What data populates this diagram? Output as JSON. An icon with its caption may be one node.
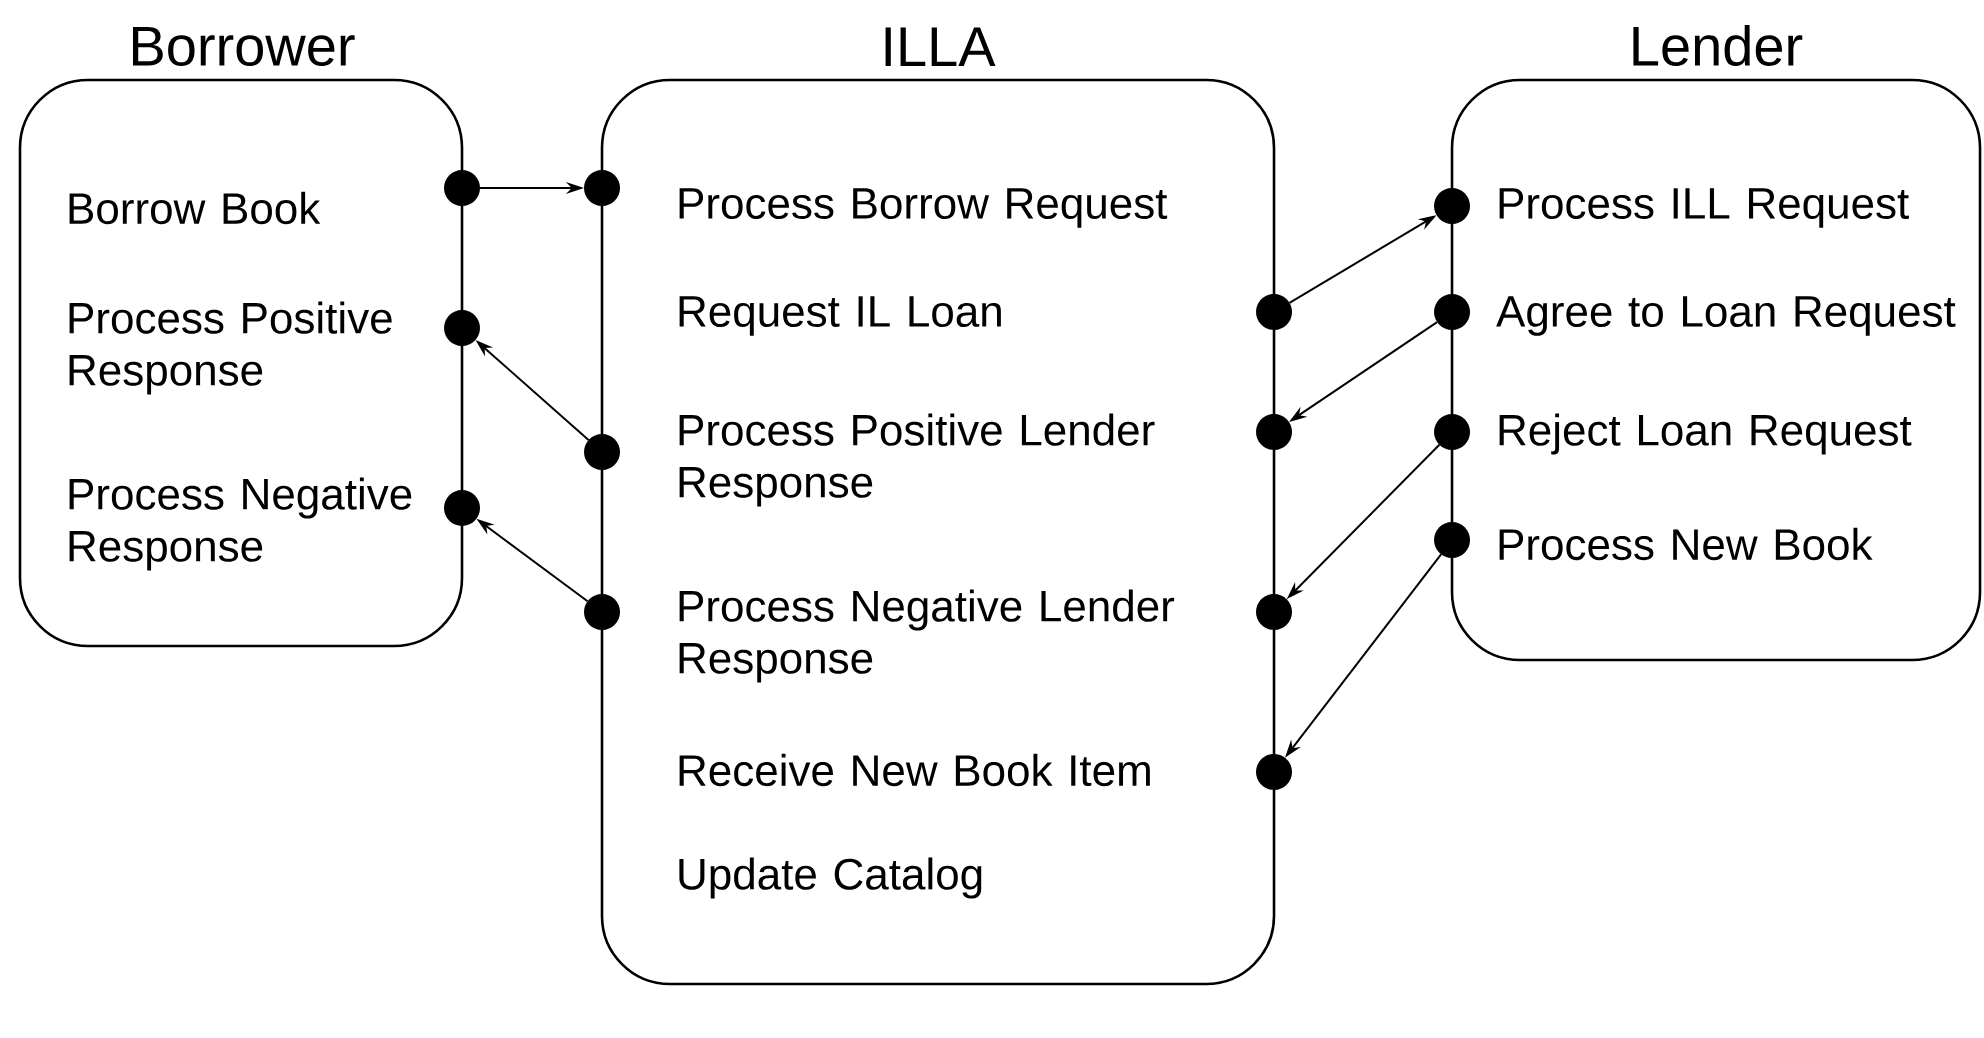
{
  "diagram": {
    "nodes": [
      {
        "text": [
          "Borrower",
          "Borrow Book",
          "Process Positive Response",
          "Process Negative Response"
        ]
      },
      {
        "text": [
          "ILLA",
          "Process Borrow Request",
          "Request IL Loan",
          "Process Positive Lender Response",
          "Process Negative Lender Response",
          "Receive New Book Item",
          "Update Catalog"
        ]
      },
      {
        "text": [
          "Lender",
          "Process ILL Request",
          "Agree to Loan Request",
          "Reject Loan Request",
          "Process New Book"
        ]
      },
      {
        "text": [],
        "shape": "circle"
      },
      {
        "text": [],
        "shape": "circle"
      },
      {
        "text": [],
        "shape": "circle"
      },
      {
        "text": [],
        "shape": "circle"
      },
      {
        "text": [],
        "shape": "circle"
      },
      {
        "text": [],
        "shape": "circle"
      },
      {
        "text": [],
        "shape": "circle"
      },
      {
        "text": [],
        "shape": "circle"
      },
      {
        "text": [],
        "shape": "circle"
      },
      {
        "text": [],
        "shape": "circle"
      },
      {
        "text": [],
        "shape": "circle"
      },
      {
        "text": [],
        "shape": "circle"
      },
      {
        "text": [],
        "shape": "circle"
      },
      {
        "text": [],
        "shape": "circle"
      }
    ],
    "edges": [
      {
        "from": 3,
        "to": 6,
        "arrow": "to"
      },
      {
        "from": 8,
        "to": 4,
        "arrow": "to"
      },
      {
        "from": 10,
        "to": 5,
        "arrow": "to"
      },
      {
        "from": 7,
        "to": 13,
        "arrow": "to"
      },
      {
        "from": 14,
        "to": 9,
        "arrow": "to"
      },
      {
        "from": 15,
        "to": 11,
        "arrow": "to"
      },
      {
        "from": 16,
        "to": 12,
        "arrow": "to"
      }
    ]
  }
}
